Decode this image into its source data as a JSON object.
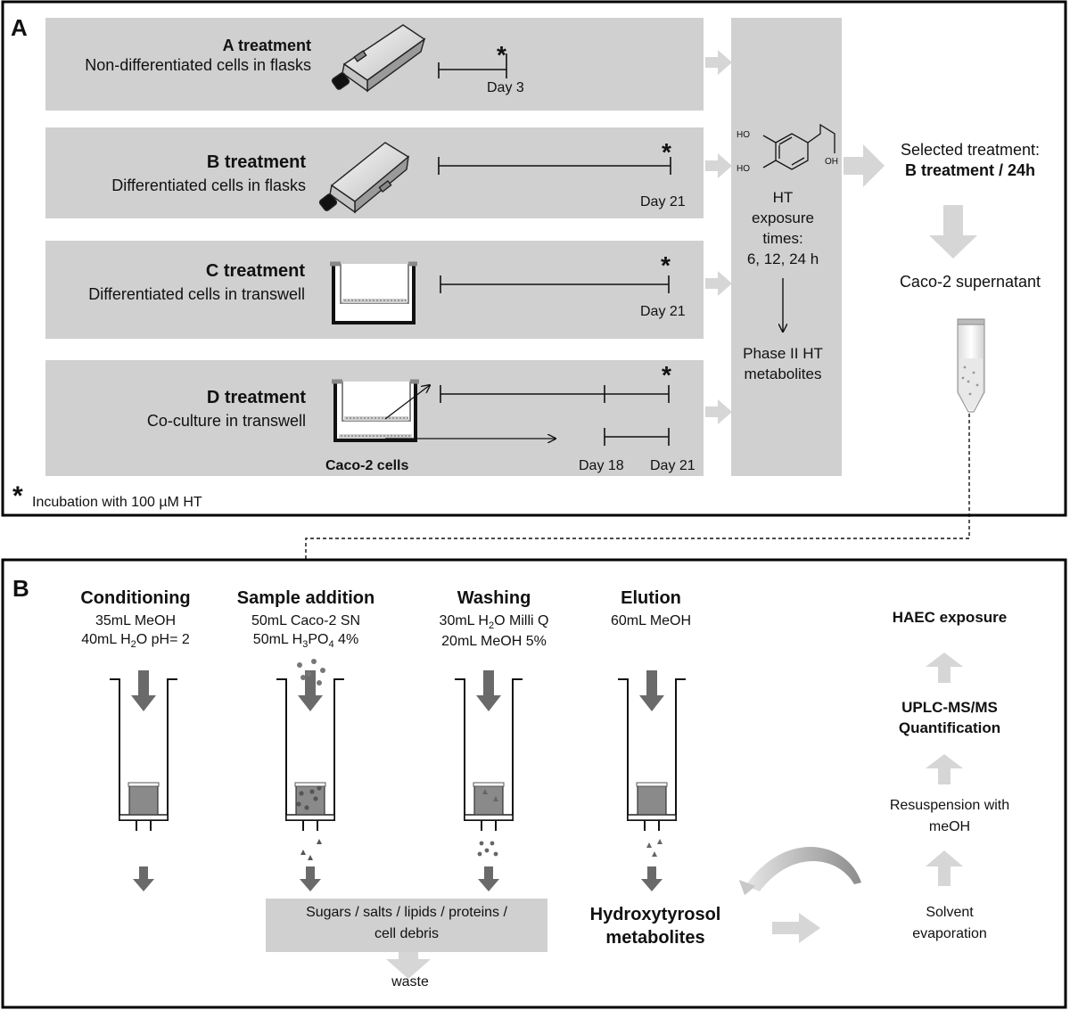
{
  "panel_a": {
    "letter": "A",
    "treatments": [
      {
        "title": "A treatment",
        "subtitle": "Non-differentiated cells in flasks",
        "day_label": "Day 3"
      },
      {
        "title": "B treatment",
        "subtitle": "Differentiated cells in flasks",
        "day_label": "Day 21"
      },
      {
        "title": "C treatment",
        "subtitle": "Differentiated cells in transwell",
        "day_label": "Day 21"
      },
      {
        "title": "D treatment",
        "subtitle": "Co-culture in transwell",
        "day_label_1": "Day 18",
        "day_label_2": "Day 21",
        "cell_label": "Caco-2 cells"
      }
    ],
    "asterisk": "*",
    "footnote": "Incubation with 100 µM HT",
    "exposure": {
      "molecule_labels": [
        "HO",
        "HO",
        "OH"
      ],
      "times_lines": [
        "HT",
        "exposure",
        "times:",
        "6, 12, 24 h"
      ],
      "metabolite_lines": [
        "Phase II HT",
        "metabolites"
      ]
    },
    "selected": {
      "line1": "Selected treatment:",
      "line2": "B treatment / 24h"
    },
    "supernatant": "Caco-2 supernatant"
  },
  "panel_b": {
    "letter": "B",
    "steps": [
      {
        "title": "Conditioning",
        "line1": "35mL MeOH",
        "line2_pre": "40mL H",
        "line2_sub": "2",
        "line2_post": "O pH= 2"
      },
      {
        "title": "Sample addition",
        "line1": "50mL Caco-2 SN",
        "line2_pre": "50mL H",
        "line2_sub": "3",
        "line2_mid": "PO",
        "line2_sub2": "4",
        "line2_post": " 4%"
      },
      {
        "title": "Washing",
        "line1_pre": "30mL H",
        "line1_sub": "2",
        "line1_post": "O Milli Q",
        "line2": "20mL MeOH 5%"
      },
      {
        "title": "Elution",
        "line1": "60mL MeOH"
      }
    ],
    "waste_box": {
      "line1": "Sugars / salts / lipids / proteins /",
      "line2": "cell debris"
    },
    "waste": "waste",
    "product": {
      "line1": "Hydroxytyrosol",
      "line2": "metabolites"
    },
    "evaporation": {
      "line1": "Solvent",
      "line2": "evaporation"
    },
    "resuspension": {
      "line1": "Resuspension with",
      "line2": "meOH"
    },
    "quantification": {
      "line1": "UPLC-MS/MS",
      "line2": "Quantification"
    },
    "haec": "HAEC exposure"
  },
  "colors": {
    "panel_fill": "#d0d0d0",
    "arrow_fill": "#d6d6d6",
    "dark_arrow": "#6a6a6a",
    "column_fill": "#8a8a8a"
  }
}
